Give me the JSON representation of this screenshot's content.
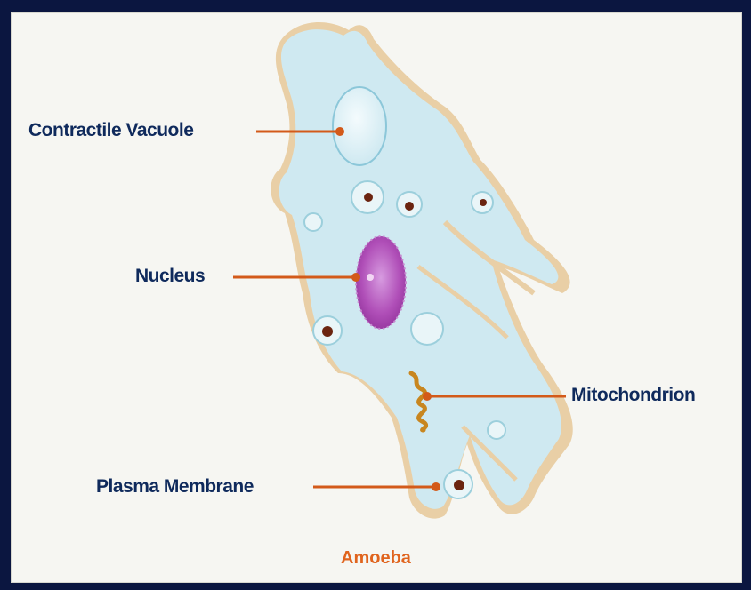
{
  "diagram": {
    "labels": {
      "contractile_vacuole": "Contractile Vacuole",
      "nucleus": "Nucleus",
      "mitochondrion": "Mitochondrion",
      "plasma_membrane": "Plasma Membrane"
    },
    "caption": "Amoeba",
    "colors": {
      "background_frame": "#0b1640",
      "panel": "#f6f6f2",
      "cytoplasm": "#cfe9f1",
      "membrane_edge": "#e9cfa6",
      "nucleus": "#b04fb8",
      "label_text": "#0f2a5c",
      "leader_line": "#d35a1a",
      "caption": "#e0641e"
    }
  }
}
